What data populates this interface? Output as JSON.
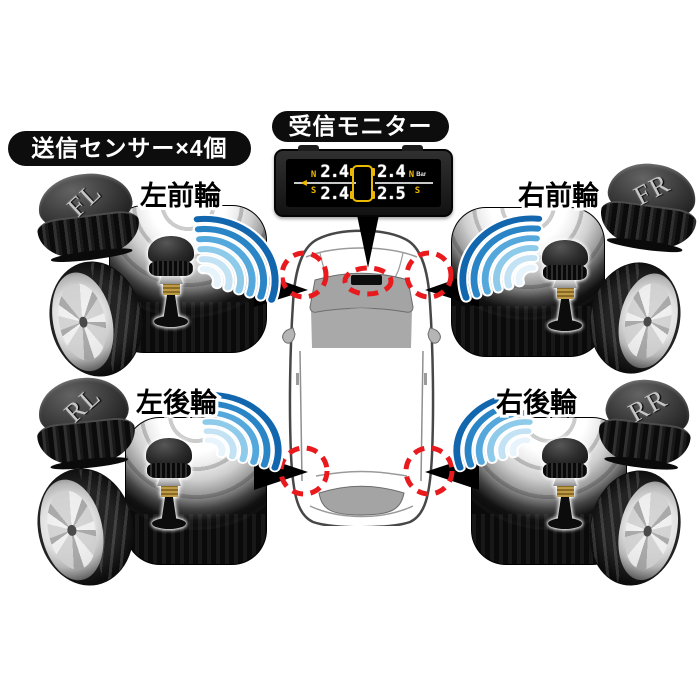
{
  "labels": {
    "sensor_pill": "送信センサー×4個",
    "monitor_pill": "受信モニター"
  },
  "monitor": {
    "unit": "Bar",
    "alert_icon": "◀",
    "left_top_value": "2.4",
    "left_bottom_value": "2.4",
    "right_top_value": "2.4",
    "right_bottom_value": "2.5",
    "left_top_marker": "N",
    "left_bottom_marker": "S",
    "right_top_marker": "N",
    "right_bottom_marker": "S"
  },
  "wheels": {
    "front_left": {
      "cap": "FL",
      "label": "左前輪"
    },
    "front_right": {
      "cap": "FR",
      "label": "右前輪"
    },
    "rear_left": {
      "cap": "RL",
      "label": "左後輪"
    },
    "rear_right": {
      "cap": "RR",
      "label": "右後輪"
    }
  },
  "colors": {
    "marker_red": "#e81a1e",
    "display_yellow": "#edb800",
    "wave_blue_darkest": "#1266ae",
    "wave_blue_lightest": "#e8f4fb",
    "pill_black": "#0d0d0d"
  }
}
